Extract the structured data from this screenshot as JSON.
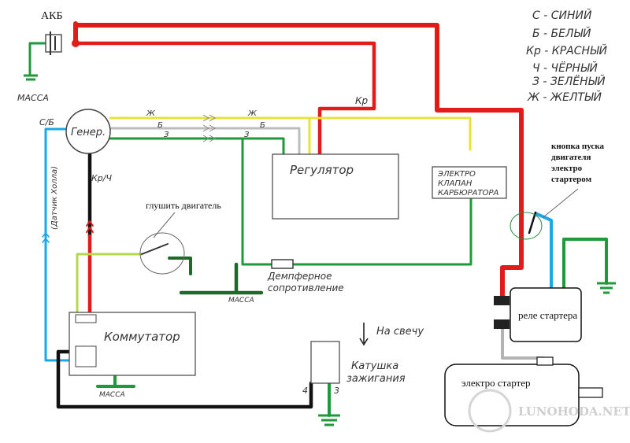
{
  "battery": {
    "label": "АКБ",
    "ground_label": "МАССА"
  },
  "legend": [
    {
      "code": "С",
      "text": "СИНИЙ",
      "color": "#1ba8e6"
    },
    {
      "code": "Б",
      "text": "БЕЛЫЙ",
      "color": "#bbbbbb"
    },
    {
      "code": "Кр",
      "text": "КРАСНЫЙ",
      "color": "#e21b1b"
    },
    {
      "code": "Ч",
      "text": "ЧЁРНЫЙ",
      "color": "#111111"
    },
    {
      "code": "З",
      "text": "ЗЕЛЁНЫЙ",
      "color": "#1f9a3a"
    },
    {
      "code": "Ж",
      "text": "ЖЕЛТЫЙ",
      "color": "#e8e23a"
    }
  ],
  "components": {
    "generator": "Генер.",
    "regulator": "Регулятор",
    "carb_valve": [
      "ЭЛЕКТРО",
      "КЛАПАН",
      "КАРБЮРАТОРА"
    ],
    "commutator": "Коммутатор",
    "coil": [
      "Катушка",
      "зажигания"
    ],
    "damper": [
      "Демпферное",
      "сопротивление"
    ],
    "starter_relay": "реле стартера",
    "starter": "электро стартер"
  },
  "labels": {
    "kill_switch": "глушить двигатель",
    "start_button": [
      "кнопка пуска",
      "двигателя",
      "электро",
      "стартером"
    ],
    "hall_sensor": "(Датчик Холла)",
    "spark": "На свечу",
    "mass_center": "МАССА",
    "mass_commutator": "МАССА",
    "wire_cb": "С/Б",
    "wire_kch": "Кр/Ч",
    "wire_kr": "Кр",
    "wire_zh1": "Ж",
    "wire_zh2": "Ж",
    "wire_b1": "Б",
    "wire_b2": "Б",
    "wire_z1": "З",
    "wire_z2": "З",
    "coil_pin4": "4",
    "coil_pin3": "3"
  },
  "watermark": "LUNOHODA.NET",
  "colors": {
    "red": "#e21b1b",
    "black": "#111111",
    "green": "#1f9a3a",
    "dark_green": "#1c6b2a",
    "light_green": "#b5d94a",
    "yellow": "#e8e23a",
    "blue": "#1ba8e6",
    "gray": "#b3b3b3",
    "white_wire": "#cfcfcf"
  }
}
